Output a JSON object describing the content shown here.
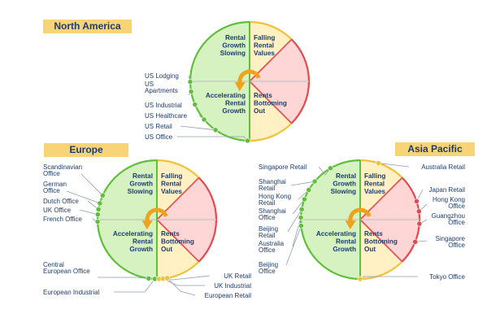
{
  "regions": [
    {
      "title": "North America",
      "quadrants": {
        "top_left": [
          "Rental",
          "Growth",
          "Slowing"
        ],
        "top_right": [
          "Falling",
          "Rental",
          "Values"
        ],
        "bottom_left": [
          "Accelerating",
          "Rental",
          "Growth"
        ],
        "bottom_right": [
          "Rents",
          "Bottoming",
          "Out"
        ]
      },
      "markets": [
        {
          "name": [
            "US Lodging"
          ]
        },
        {
          "name": [
            "US",
            "Apartments"
          ]
        },
        {
          "name": [
            "US Industrial"
          ]
        },
        {
          "name": [
            "US Healthcare"
          ]
        },
        {
          "name": [
            "US Retail"
          ]
        },
        {
          "name": [
            "US Office"
          ]
        }
      ]
    },
    {
      "title": "Europe",
      "quadrants": {
        "top_left": [
          "Rental",
          "Growth",
          "Slowing"
        ],
        "top_right": [
          "Falling",
          "Rental",
          "Values"
        ],
        "bottom_left": [
          "Accelerating",
          "Rental",
          "Growth"
        ],
        "bottom_right": [
          "Rents",
          "Bottoming",
          "Out"
        ]
      },
      "markets": [
        {
          "name": [
            "Scandinavian",
            "Office"
          ]
        },
        {
          "name": [
            "German",
            "Office"
          ]
        },
        {
          "name": [
            "Dutch Office"
          ]
        },
        {
          "name": [
            "UK Office"
          ]
        },
        {
          "name": [
            "French Office"
          ]
        },
        {
          "name": [
            "Central",
            "European Office"
          ]
        },
        {
          "name": [
            "European Industrial"
          ]
        },
        {
          "name": [
            "UK Retail"
          ]
        },
        {
          "name": [
            "UK Industrial"
          ]
        },
        {
          "name": [
            "European Retail"
          ]
        }
      ]
    },
    {
      "title": "Asia Pacific",
      "quadrants": {
        "top_left": [
          "Rental",
          "Growth",
          "Slowing"
        ],
        "top_right": [
          "Falling",
          "Rental",
          "Values"
        ],
        "bottom_left": [
          "Accelerating",
          "Rental",
          "Growth"
        ],
        "bottom_right": [
          "Rents",
          "Bottoming",
          "Out"
        ]
      },
      "markets": [
        {
          "name": [
            "Singapore Retail"
          ]
        },
        {
          "name": [
            "Shanghai",
            "Retail"
          ]
        },
        {
          "name": [
            "Hong Kong",
            "Retail"
          ]
        },
        {
          "name": [
            "Shanghai",
            "Office"
          ]
        },
        {
          "name": [
            "Beijing",
            "Retail"
          ]
        },
        {
          "name": [
            "Australia",
            "Office"
          ]
        },
        {
          "name": [
            "Beijing",
            "Office"
          ]
        },
        {
          "name": [
            "Australia Retail"
          ]
        },
        {
          "name": [
            "Japan Retail"
          ]
        },
        {
          "name": [
            "Hong Kong",
            "Office"
          ]
        },
        {
          "name": [
            "Guangzhou",
            "Office"
          ]
        },
        {
          "name": [
            "Singapore",
            "Office"
          ]
        },
        {
          "name": [
            "Tokyo Office"
          ]
        }
      ]
    }
  ],
  "colors": {
    "green_fill": "#d5f2c0",
    "green_line": "#5fbf3a",
    "yellow_fill": "#fff1c4",
    "yellow_line": "#f0c23c",
    "red_fill": "#ffd6d6",
    "red_line": "#e8474e",
    "quadrant_text": "#1f3c6e",
    "arrow": "#f0a21c",
    "title_bg": "#f7d577",
    "leader_line": "#8f9fb5"
  }
}
